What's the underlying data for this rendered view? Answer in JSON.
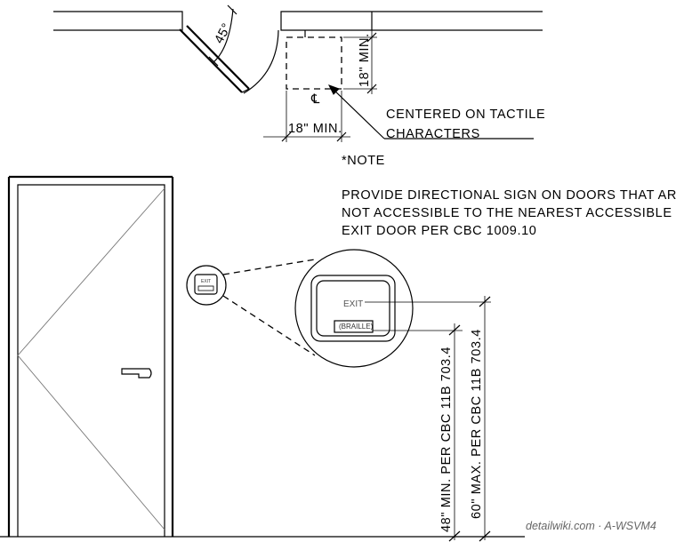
{
  "plan": {
    "door_angle": "45°",
    "clear_depth_dim": "18\" MIN.",
    "clear_width_dim": "18\" MIN.",
    "centerline_symbol": "℄",
    "leader_note_line1": "CENTERED ON TACTILE",
    "leader_note_line2": "CHARACTERS"
  },
  "note": {
    "heading": "*NOTE",
    "lines": [
      "PROVIDE DIRECTIONAL SIGN ON DOORS THAT ARE",
      "NOT ACCESSIBLE TO THE NEAREST ACCESSIBLE",
      "EXIT DOOR PER CBC 1009.10"
    ]
  },
  "sign": {
    "exit_text": "EXIT",
    "braille_text": "(BRAILLE)"
  },
  "dimensions": {
    "min_height": "48\" MIN. PER CBC 11B 703.4",
    "max_height": "60\" MAX. PER CBC 11B 703.4"
  },
  "watermark": "detailwiki.com · A-WSVM4"
}
